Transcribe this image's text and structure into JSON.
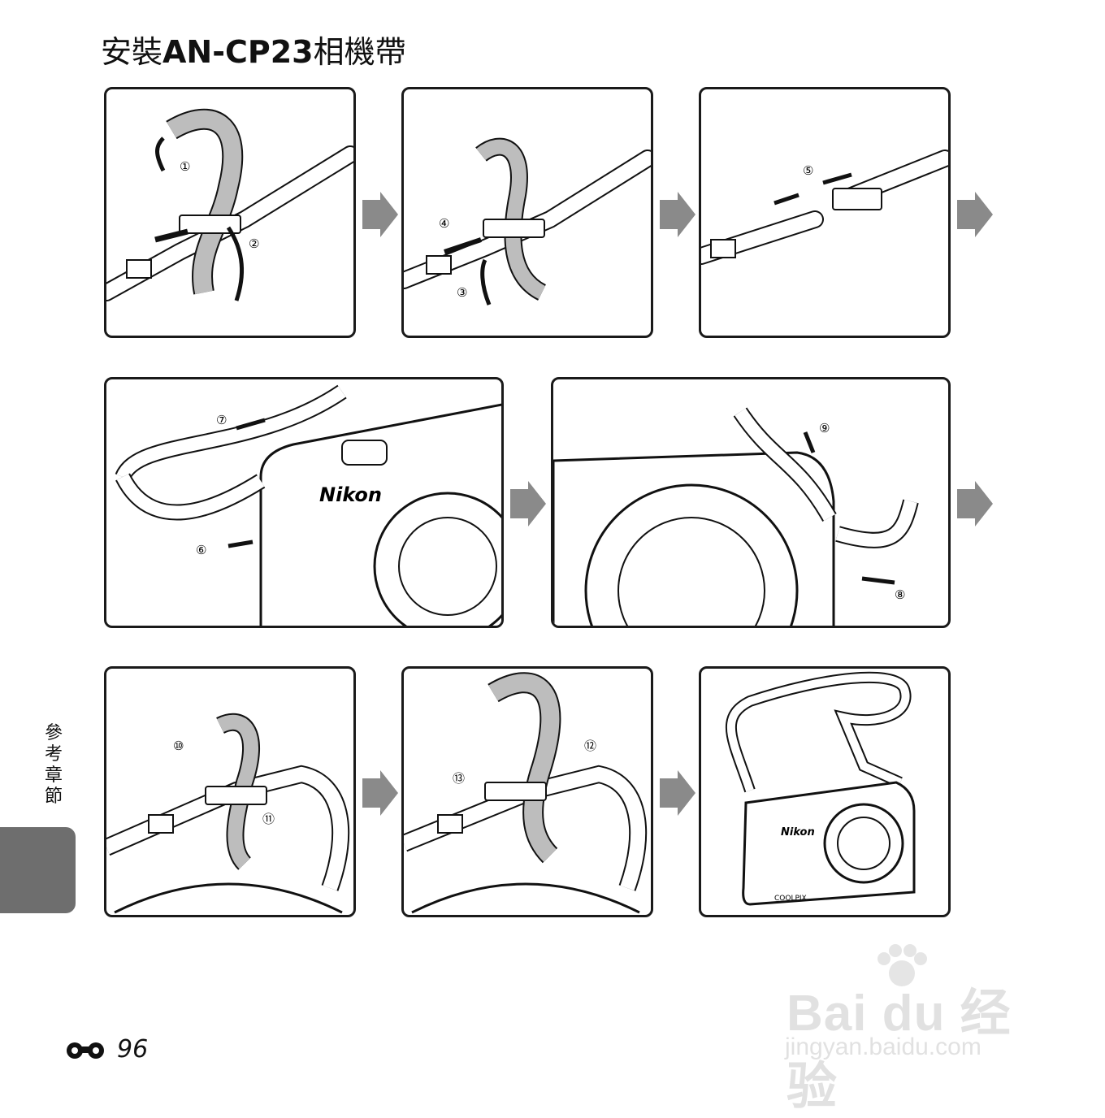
{
  "page": {
    "title_prefix": "安裝",
    "title_model": "AN-CP23",
    "title_suffix": "相機帶",
    "side_label": "參考章節",
    "page_number": "96",
    "page_icon": "binoculars-icon"
  },
  "steps": {
    "s1": "①",
    "s2": "②",
    "s3": "③",
    "s4": "④",
    "s5": "⑤",
    "s6": "⑥",
    "s7": "⑦",
    "s8": "⑧",
    "s9": "⑨",
    "s10": "⑩",
    "s11": "⑪",
    "s12": "⑫",
    "s13": "⑬"
  },
  "camera": {
    "brand": "Nikon",
    "model_line": "COOLPIX"
  },
  "watermark": {
    "brand": "Bai du 经验",
    "url": "jingyan.baidu.com"
  },
  "colors": {
    "frame": "#1a1a1a",
    "arrow_gray": "#8a8a8a",
    "tab_gray": "#6e6e6e",
    "strap_gray": "#bdbdbd"
  }
}
